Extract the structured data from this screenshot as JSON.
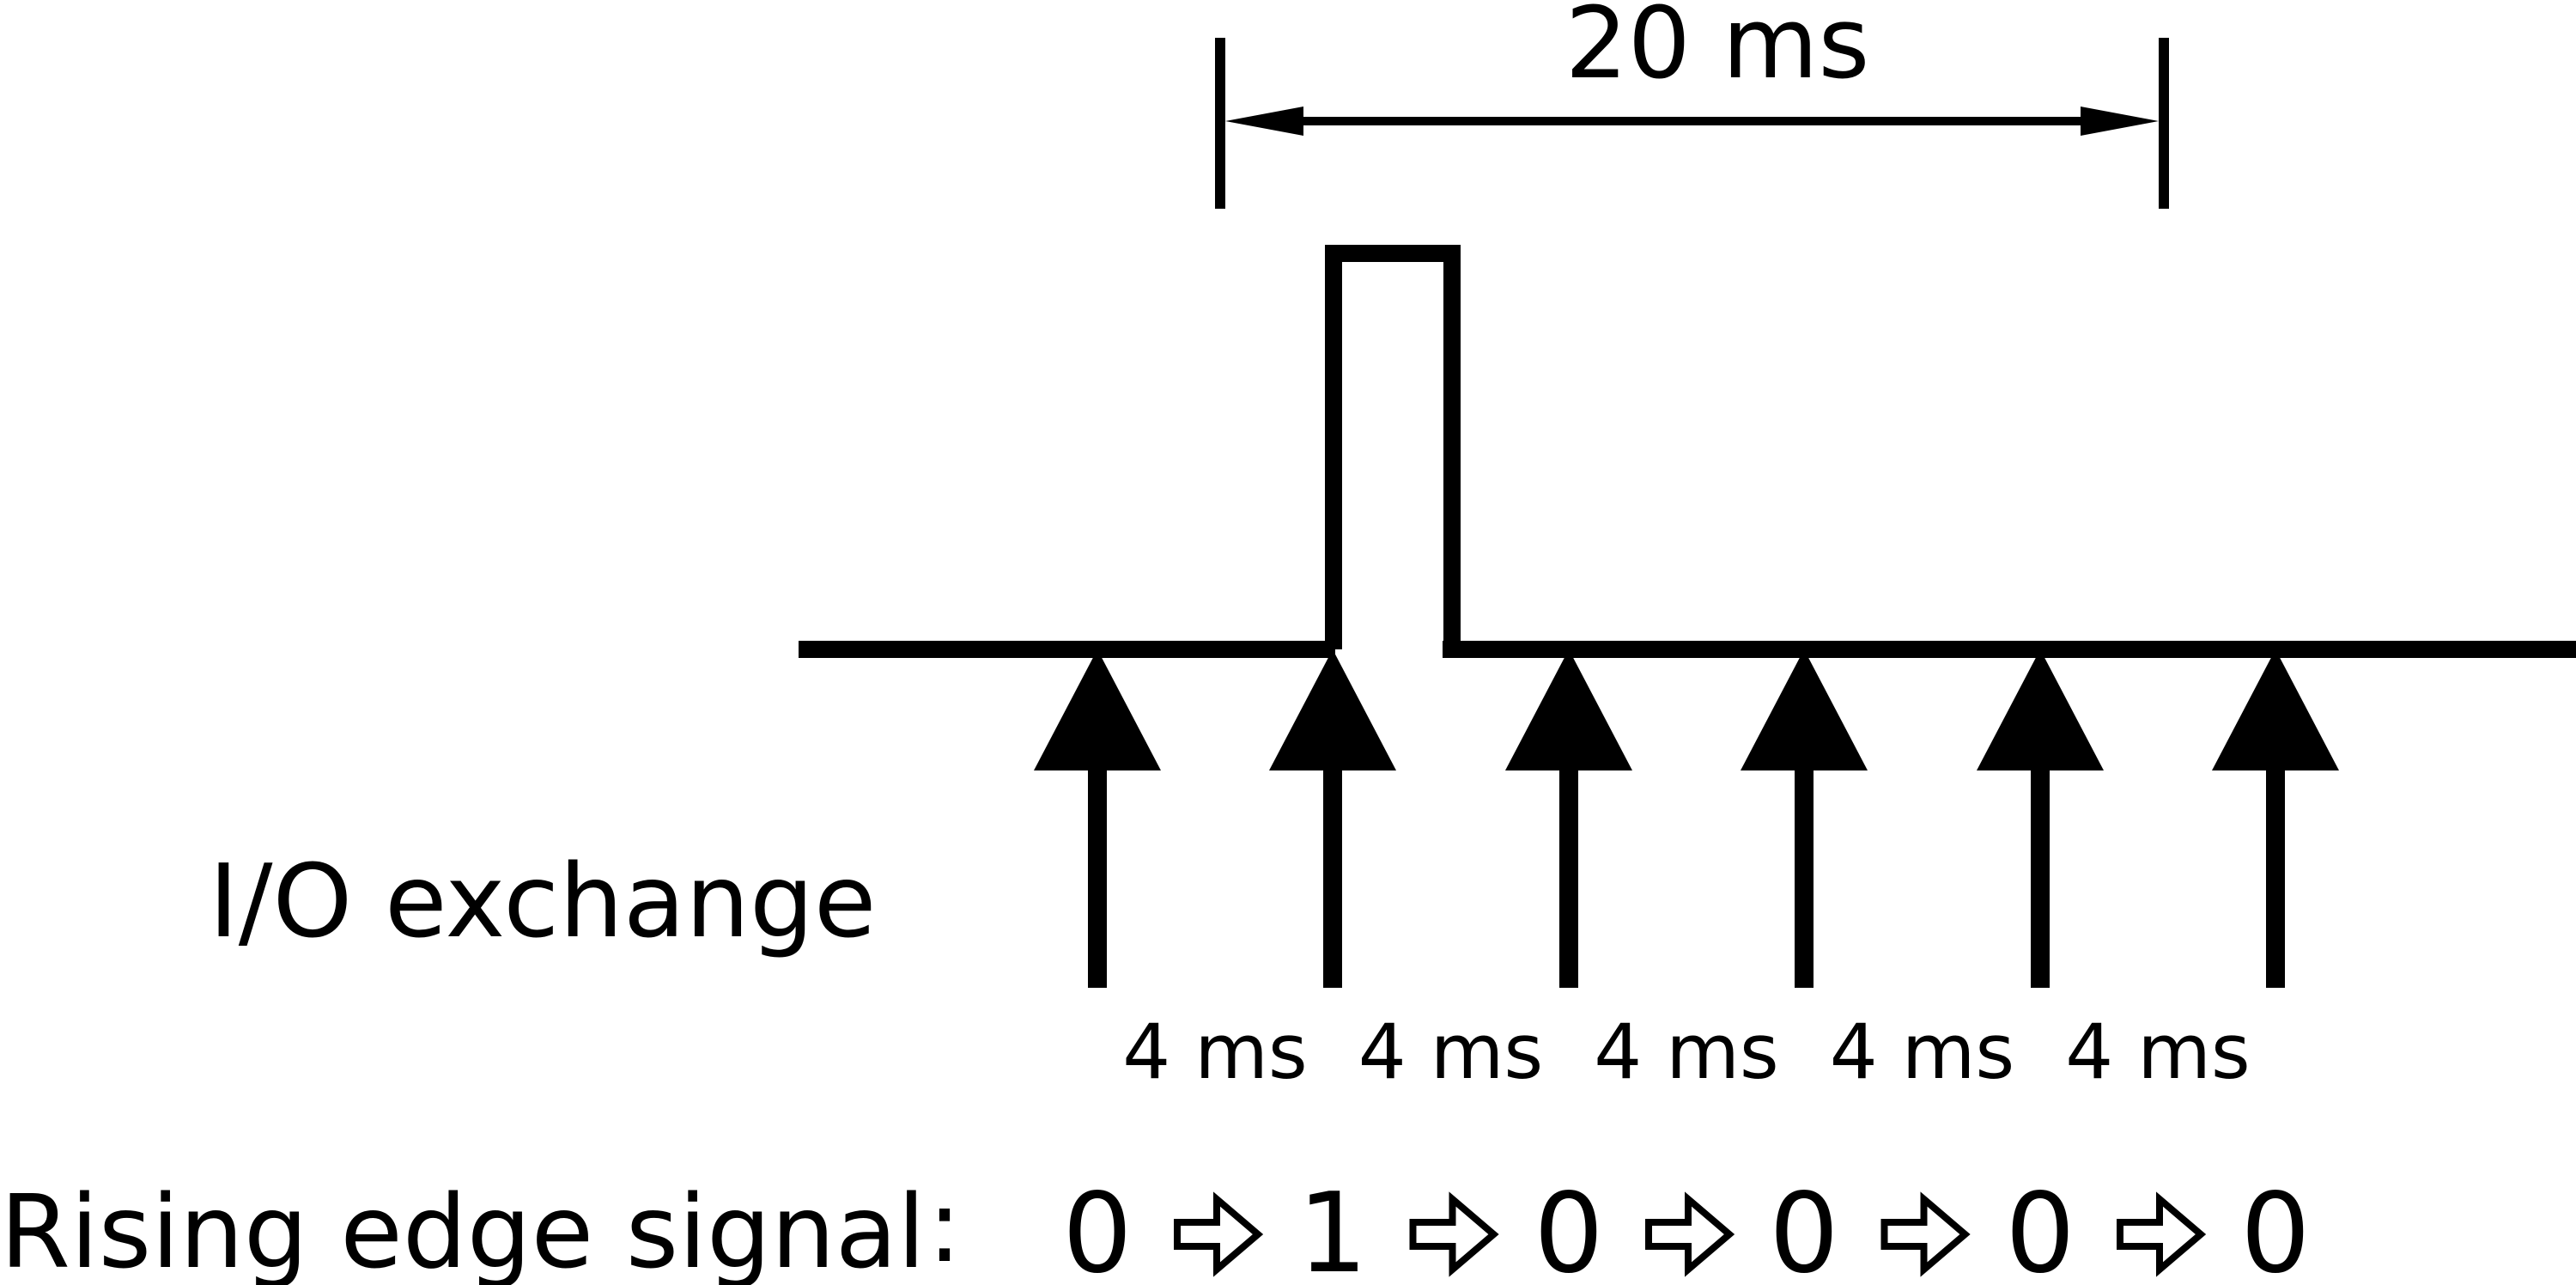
{
  "period_label": "20 ms",
  "io_label": "I/O exchange",
  "interval_labels": [
    "4 ms",
    "4 ms",
    "4 ms",
    "4 ms",
    "4 ms"
  ],
  "signal_caption": "Rising edge signal",
  "signal_separator": ":",
  "signal_values": [
    "0",
    "1",
    "0",
    "0",
    "0",
    "0"
  ],
  "colors": {
    "ink": "#000000",
    "background": "#ffffff"
  },
  "icons": {
    "sample_marker": "up-arrow-icon",
    "transition": "hollow-right-arrow-icon"
  }
}
